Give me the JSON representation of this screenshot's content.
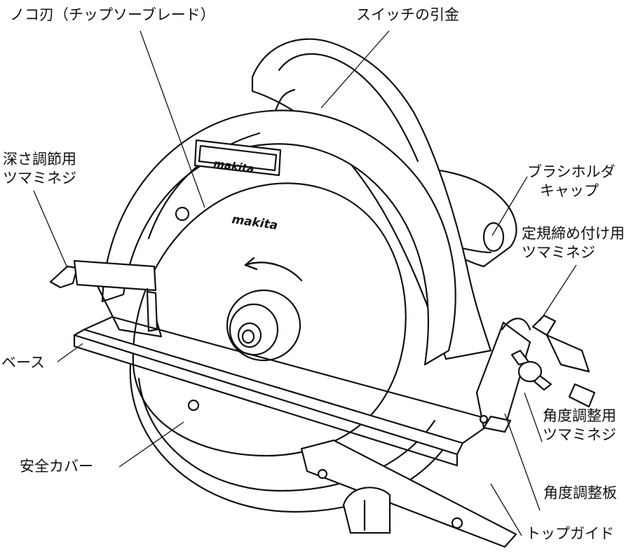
{
  "labels": {
    "blade": "ノコ刃（チップソーブレード）",
    "switch_trigger": "スイッチの引金",
    "depth_knob": [
      "深さ調節用",
      "ツマミネジ"
    ],
    "brush_cap": [
      "ブラシホルダ",
      "キャップ"
    ],
    "guide_knob": [
      "定規締め付け用",
      "ツマミネジ"
    ],
    "base": "ベース",
    "angle_knob": [
      "角度調整用",
      "ツマミネジ"
    ],
    "safety_cover": "安全カバー",
    "angle_plate": "角度調整板",
    "top_guide": "トップガイド"
  },
  "brand": "makita"
}
